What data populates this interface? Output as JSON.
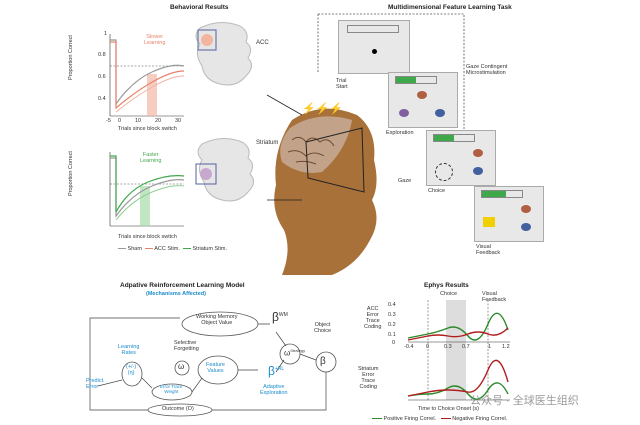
{
  "titles": {
    "behavioral": "Behavioral Results",
    "task": "Multidimensional Feature Learning Task",
    "model": "Adpative Reinforcement Learning Model",
    "model_sub": "(Mechanisms Affected)",
    "ephys": "Ephys Results"
  },
  "behavior": {
    "ylabel": "Proportion Correct",
    "xlabel": "Trials since block switch",
    "slower": "Slower\nLearning",
    "faster": "Faster\nLearning",
    "acc": "ACC",
    "striatum": "Striatum",
    "ticks_x": [
      "-5",
      "0",
      "10",
      "20",
      "30"
    ],
    "ticks_y": [
      "1",
      "0.8",
      "0.6",
      "0.4"
    ],
    "legend": [
      "Sham",
      "ACC Stim.",
      "Striatum Stim."
    ]
  },
  "task": {
    "trial_start": "Trial\nStart",
    "microstim": "Gaze Contingent\nMicrostimulation",
    "exploration": "Exploration",
    "gaze": "Gaze",
    "choice": "Choice",
    "visual_feedback": "Visual\nFeedback"
  },
  "model": {
    "working_memory": "Working Memory\nObject Value",
    "beta_wm": "β",
    "beta_wm_sup": "WM",
    "selective_forgetting": "Selective\nForgetting",
    "omega": "ω",
    "feature_values": "Feature\nValues",
    "beta_rl": "β",
    "beta_rl_sup": "+RL",
    "adaptive_exploration": "Adaptive\nExploration",
    "omega_strategy": "ω",
    "omega_strategy_sup": "Strategy",
    "beta": "β",
    "object_choice": "Object\nChoice",
    "learning_rates": "Learning\nRates",
    "rates_formula": "(+/-)\n(η)",
    "predict_error": "Predict.\nError",
    "error_trace": "Error Trace\nWeight",
    "outcome": "Outcome (O)"
  },
  "ephys": {
    "choice": "Choice",
    "visual_feedback": "Visual\nFeedback",
    "acc_label": "ACC\nError\nTrace\nCoding",
    "striatum_label": "Striatum\nError\nTrace\nCoding",
    "ticks_x": [
      "-0.4",
      "0",
      "0.3",
      "0.7",
      "1",
      "1.2"
    ],
    "ticks_y_top": [
      "0.4",
      "0.3",
      "0.2",
      "0.1",
      "0"
    ],
    "xlabel": "Time to Choice Onset (s)",
    "legend_pos": "Positive Firing Correl.",
    "legend_neg": "Negative Firing Correl."
  },
  "watermark": "公众号 · 全球医生组织",
  "colors": {
    "acc_red": "#e8826a",
    "striatum_green": "#3fa84a",
    "pos_green": "#2a8a2a",
    "neg_red": "#b01e1e",
    "head_brown": "#a9713a",
    "accent_blue": "#1a8ccc"
  }
}
